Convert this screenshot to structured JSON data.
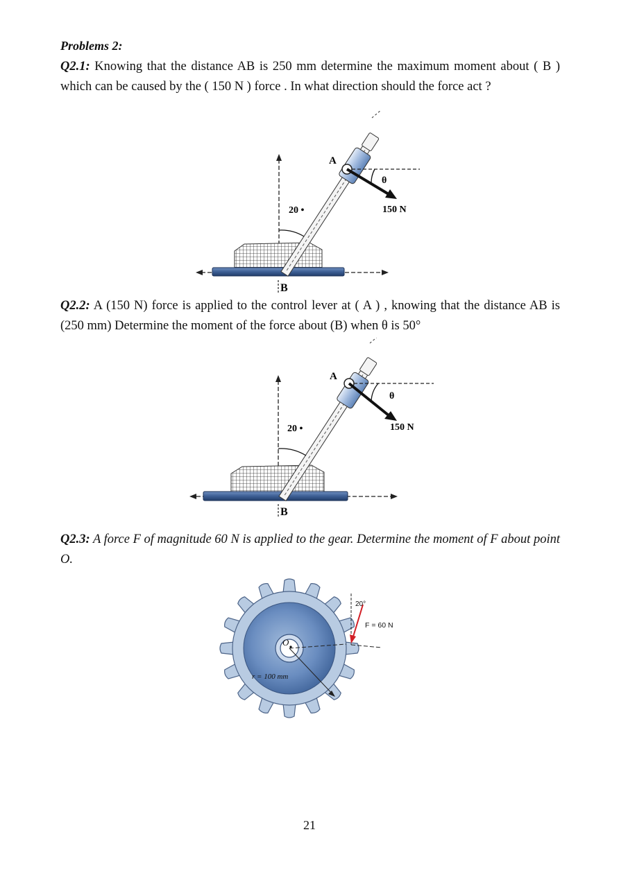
{
  "heading": "Problems 2:",
  "q1": {
    "label": "Q2.1:",
    "text": "Knowing that the distance AB is 250 mm determine the maximum moment about ( B ) which can be caused by the ( 150 N ) force . In what direction should the force act ?"
  },
  "q2": {
    "label": "Q2.2:",
    "text": "A (150 N) force is applied to the control lever at ( A ) , knowing that the distance AB is (250 mm) Determine the moment of the force about (B) when θ is 50°"
  },
  "q3": {
    "label": "Q2.3:",
    "text": "A force F of magnitude 60 N is applied to the gear. Determine the moment of F about point O."
  },
  "lever_figure": {
    "point_a": "A",
    "point_b": "B",
    "angle": "20 •",
    "theta": "θ",
    "force": "150 N"
  },
  "gear_figure": {
    "center": "O",
    "radius": "r = 100 mm",
    "angle": "20°",
    "force": "F = 60 N"
  },
  "page_number": "21",
  "colors": {
    "plate": "#3d5f94",
    "gear_outer": "#b3c7de",
    "gear_inner": "#5f84b8",
    "force_red": "#d21f26"
  }
}
